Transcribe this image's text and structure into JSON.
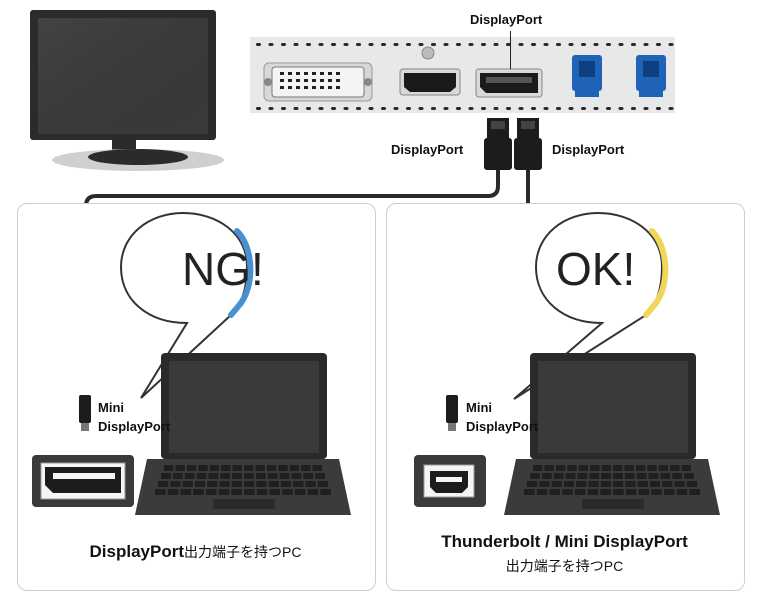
{
  "header": {
    "port_callout_label": "DisplayPort"
  },
  "cable_plugs": {
    "left_label": "DisplayPort",
    "right_label": "DisplayPort"
  },
  "left_panel": {
    "bubble_text": "NG!",
    "plug_label_line1": "Mini",
    "plug_label_line2": "DisplayPort",
    "caption_bold": "DisplayPort",
    "caption_rest": "出力端子を持つPC",
    "accent_color": "#4a90d0"
  },
  "right_panel": {
    "bubble_text": "OK!",
    "plug_label_line1": "Mini",
    "plug_label_line2": "DisplayPort",
    "caption_line1": "Thunderbolt / Mini DisplayPort",
    "caption_line2": "出力端子を持つPC",
    "accent_color": "#f2d65c"
  },
  "colors": {
    "usb_blue": "#1f63b8",
    "panel_border": "#cfcfcf",
    "cable": "#2a2a2a"
  }
}
